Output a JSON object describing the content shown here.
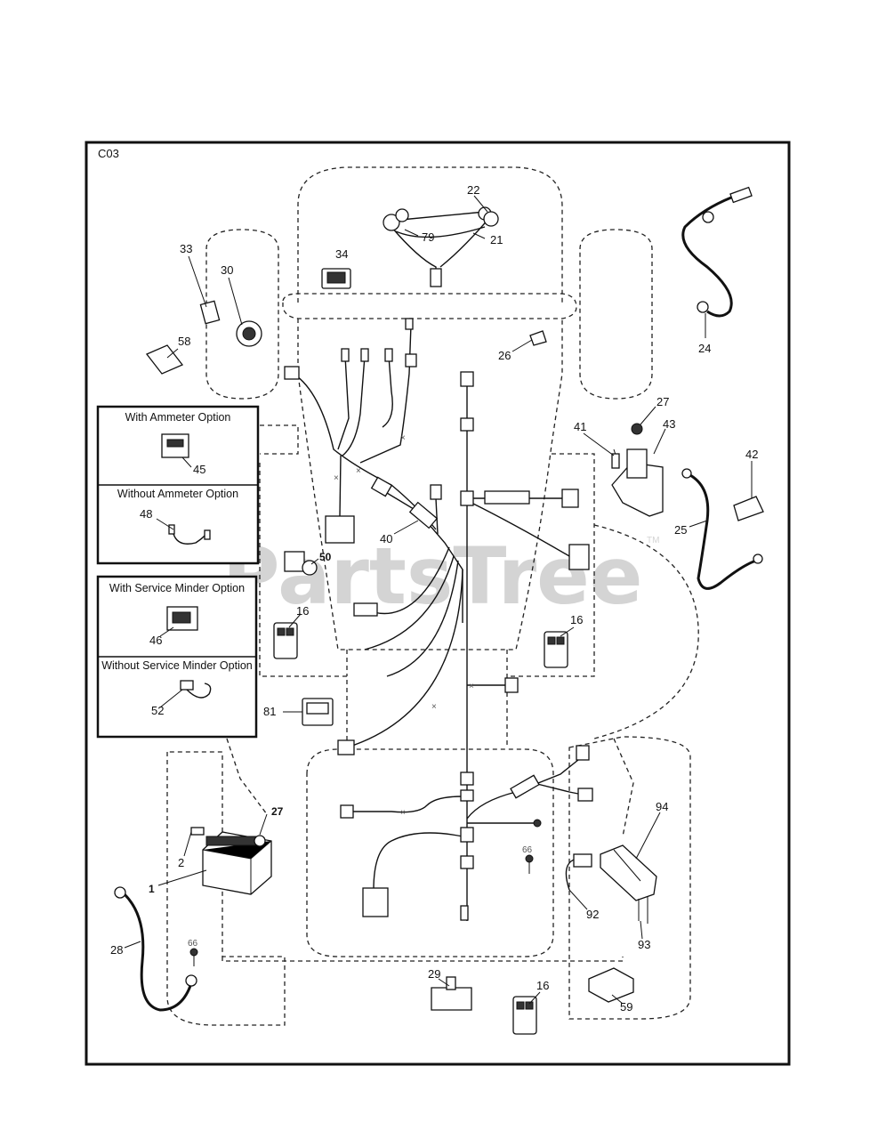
{
  "diagram_code": "C03",
  "watermark": {
    "text": "PartsTree",
    "tm": "TM"
  },
  "option_boxes": {
    "ammeter": {
      "with_label": "With Ammeter Option",
      "without_label": "Without Ammeter Option"
    },
    "service_minder": {
      "with_label": "With Service Minder Option",
      "without_label": "Without Service Minder Option"
    }
  },
  "callouts": [
    {
      "id": "c22",
      "text": "22"
    },
    {
      "id": "c79",
      "text": "79"
    },
    {
      "id": "c21",
      "text": "21"
    },
    {
      "id": "c33",
      "text": "33"
    },
    {
      "id": "c30",
      "text": "30"
    },
    {
      "id": "c34",
      "text": "34"
    },
    {
      "id": "c58",
      "text": "58"
    },
    {
      "id": "c26",
      "text": "26"
    },
    {
      "id": "c24",
      "text": "24"
    },
    {
      "id": "c27a",
      "text": "27"
    },
    {
      "id": "c41",
      "text": "41"
    },
    {
      "id": "c43",
      "text": "43"
    },
    {
      "id": "c42",
      "text": "42"
    },
    {
      "id": "c25",
      "text": "25"
    },
    {
      "id": "c45",
      "text": "45"
    },
    {
      "id": "c48",
      "text": "48"
    },
    {
      "id": "c40",
      "text": "40"
    },
    {
      "id": "c50",
      "text": "50"
    },
    {
      "id": "c16a",
      "text": "16"
    },
    {
      "id": "c16b",
      "text": "16"
    },
    {
      "id": "c46",
      "text": "46"
    },
    {
      "id": "c52",
      "text": "52"
    },
    {
      "id": "c81",
      "text": "81"
    },
    {
      "id": "c27b",
      "text": "27"
    },
    {
      "id": "c2",
      "text": "2"
    },
    {
      "id": "c1",
      "text": "1"
    },
    {
      "id": "c66a",
      "text": "66"
    },
    {
      "id": "c94",
      "text": "94"
    },
    {
      "id": "c92",
      "text": "92"
    },
    {
      "id": "c93",
      "text": "93"
    },
    {
      "id": "c28",
      "text": "28"
    },
    {
      "id": "c66b",
      "text": "66"
    },
    {
      "id": "c29",
      "text": "29"
    },
    {
      "id": "c16c",
      "text": "16"
    },
    {
      "id": "c59",
      "text": "59"
    }
  ]
}
